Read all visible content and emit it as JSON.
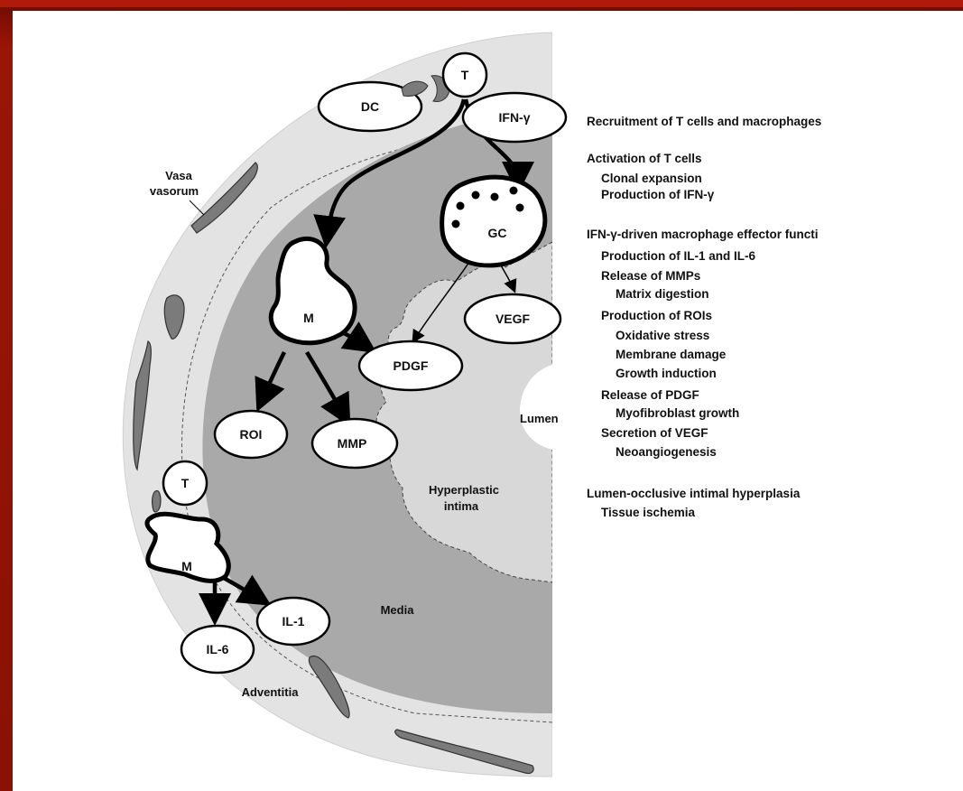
{
  "colors": {
    "frame": "#8d1206",
    "adventitia": "#e3e3e3",
    "media": "#a9a9a9",
    "intima": "#d8d8d8",
    "vessel": "#7b7b7b"
  },
  "cells": {
    "t_top": "T",
    "dc": "DC",
    "ifn": "IFN-γ",
    "gc": "GC",
    "m_main": "M",
    "vegf": "VEGF",
    "pdgf": "PDGF",
    "roi": "ROI",
    "mmp": "MMP",
    "t_bottom": "T",
    "m_bottom": "M",
    "il1": "IL-1",
    "il6": "IL-6"
  },
  "regions": {
    "vasa": [
      "Vasa",
      "vasorum"
    ],
    "lumen": "Lumen",
    "intima": [
      "Hyperplastic",
      "intima"
    ],
    "media": "Media",
    "adventitia": "Adventitia"
  },
  "side_text": [
    {
      "text": "Recruitment of T cells and macrophages",
      "indent": 0
    },
    {
      "text": "Activation of T cells",
      "indent": 0
    },
    {
      "text": "Clonal expansion",
      "indent": 1
    },
    {
      "text": "Production of IFN-γ",
      "indent": 1
    },
    {
      "text": "IFN-γ-driven macrophage effector functi",
      "indent": 0
    },
    {
      "text": "Production of IL-1 and IL-6",
      "indent": 1
    },
    {
      "text": "Release of MMPs",
      "indent": 1
    },
    {
      "text": "Matrix digestion",
      "indent": 2
    },
    {
      "text": "Production of ROIs",
      "indent": 1
    },
    {
      "text": "Oxidative stress",
      "indent": 2
    },
    {
      "text": "Membrane damage",
      "indent": 2
    },
    {
      "text": "Growth induction",
      "indent": 2
    },
    {
      "text": "Release of PDGF",
      "indent": 1
    },
    {
      "text": "Myofibroblast growth",
      "indent": 2
    },
    {
      "text": "Secretion of VEGF",
      "indent": 1
    },
    {
      "text": "Neoangiogenesis",
      "indent": 2
    },
    {
      "text": "Lumen-occlusive intimal hyperplasia",
      "indent": 0
    },
    {
      "text": "Tissue ischemia",
      "indent": 1
    }
  ]
}
